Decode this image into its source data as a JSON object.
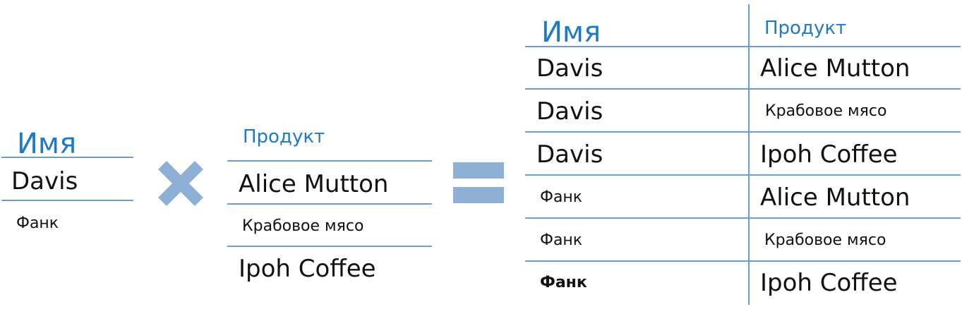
{
  "left_table": {
    "header": "Имя",
    "rows": [
      "Davis",
      "Фанк"
    ]
  },
  "middle_table": {
    "header": "Продукт",
    "rows": [
      "Alice Mutton",
      "Крабовое мясо",
      "Ipoh Coffee"
    ]
  },
  "operators": {
    "multiply": "multiply-icon",
    "equals": "equals-icon",
    "color": "#8fb0d5"
  },
  "result_table": {
    "headers": [
      "Имя",
      "Продукт"
    ],
    "rows": [
      [
        "Davis",
        "Alice Mutton"
      ],
      [
        "Davis",
        "Крабовое мясо"
      ],
      [
        "Davis",
        "Ipoh Coffee"
      ],
      [
        "Фанк",
        "Alice Mutton"
      ],
      [
        "Фанк",
        "Крабовое мясо"
      ],
      [
        "Фанк",
        "Ipoh Coffee"
      ]
    ]
  },
  "colors": {
    "header_text": "#1f7ac6",
    "rule": "#6a9fd4"
  }
}
